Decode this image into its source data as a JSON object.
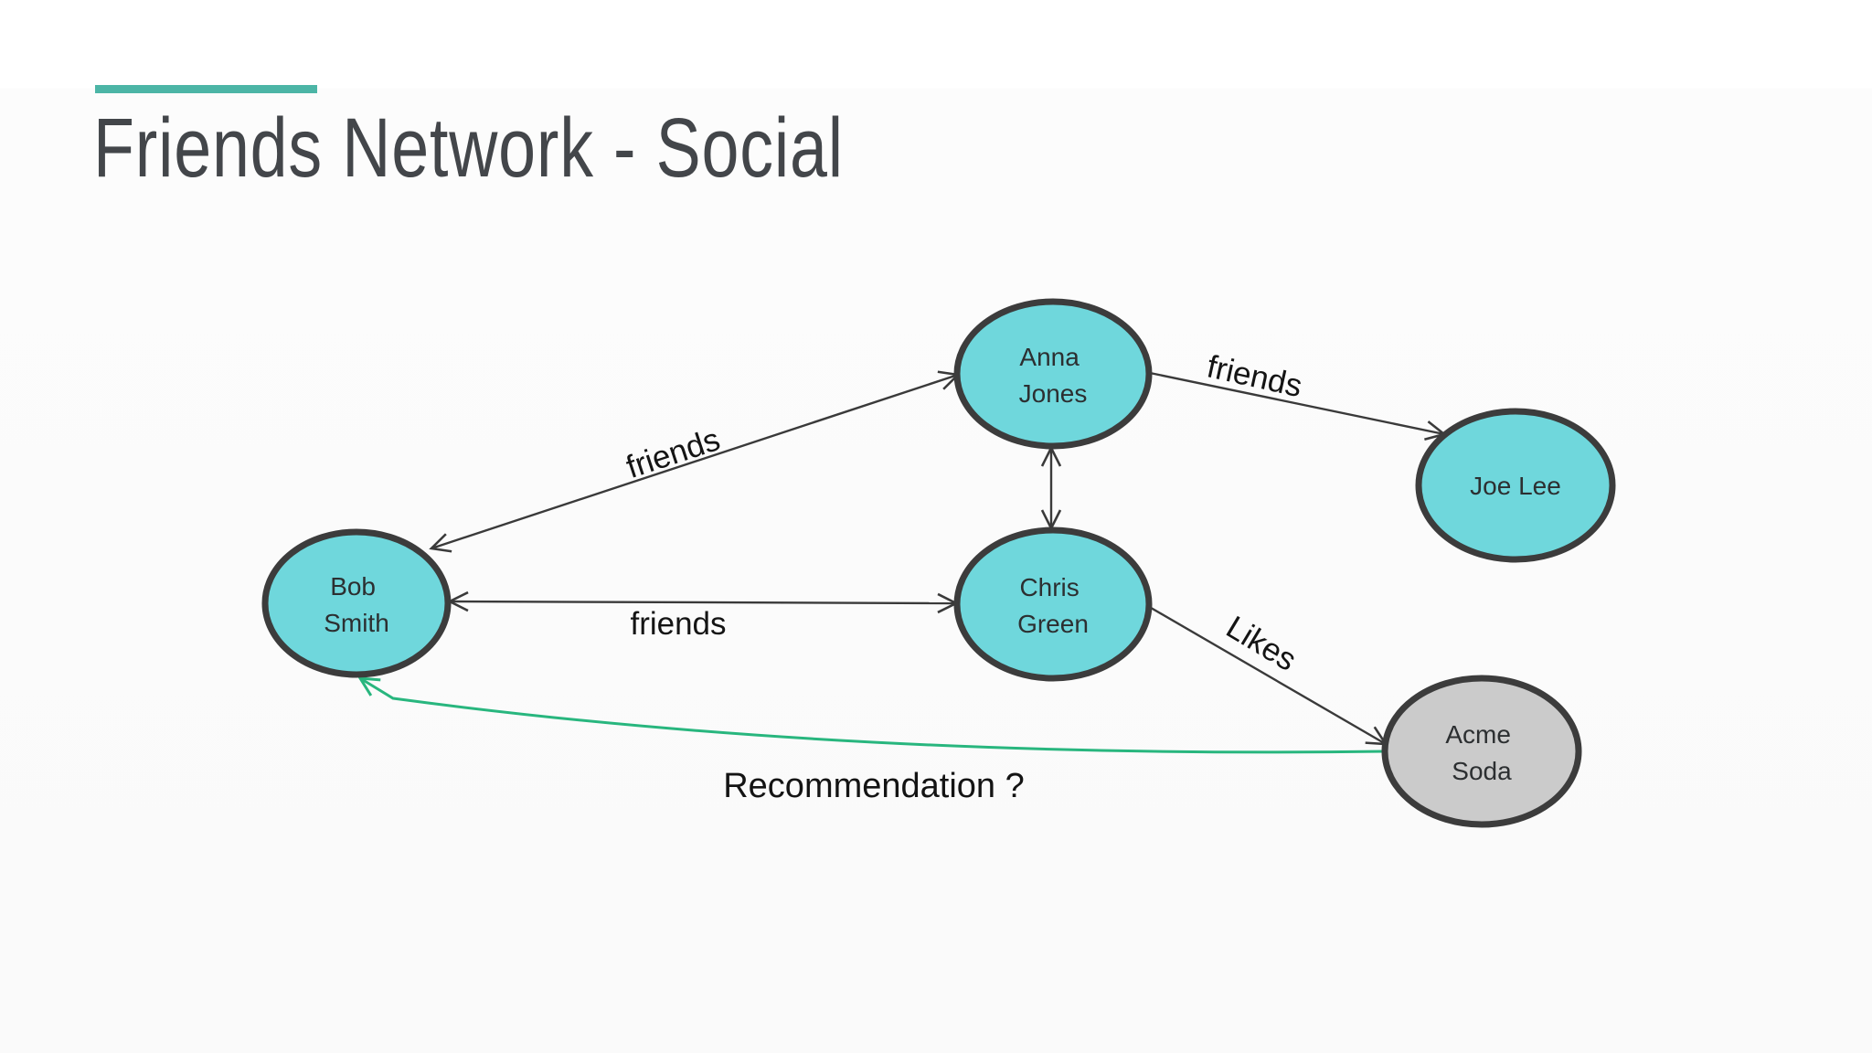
{
  "slide": {
    "title": "Friends Network - Social"
  },
  "colors": {
    "accent_bar": "#4CB5A6",
    "title_text": "#43464A",
    "person_node_fill": "#6FD7DC",
    "company_node_fill": "#CBCBCB",
    "node_border": "#3C3C3C",
    "node_text": "#2C2F31",
    "edge_line": "#3A3A3A",
    "edge_label_text": "#141414",
    "recommendation_edge": "#28B67E"
  },
  "graph": {
    "nodes": [
      {
        "id": "bob-smith",
        "lines": [
          "Bob",
          "Smith"
        ],
        "type": "person"
      },
      {
        "id": "anna-jones",
        "lines": [
          "Anna",
          "Jones"
        ],
        "type": "person"
      },
      {
        "id": "chris-green",
        "lines": [
          "Chris",
          "Green"
        ],
        "type": "person"
      },
      {
        "id": "joe-lee",
        "lines": [
          "Joe Lee"
        ],
        "type": "person"
      },
      {
        "id": "acme-soda",
        "lines": [
          "Acme",
          "Soda"
        ],
        "type": "company"
      }
    ],
    "edges": [
      {
        "from": "bob-smith",
        "to": "anna-jones",
        "label": "friends",
        "arrows": "both"
      },
      {
        "from": "anna-jones",
        "to": "joe-lee",
        "label": "friends",
        "arrows": "forward"
      },
      {
        "from": "anna-jones",
        "to": "chris-green",
        "label": "",
        "arrows": "both"
      },
      {
        "from": "chris-green",
        "to": "bob-smith",
        "label": "friends",
        "arrows": "both"
      },
      {
        "from": "chris-green",
        "to": "acme-soda",
        "label": "Likes",
        "arrows": "forward"
      },
      {
        "from": "acme-soda",
        "to": "bob-smith",
        "label": "Recommendation ?",
        "arrows": "forward",
        "style": "green-curve"
      }
    ]
  }
}
